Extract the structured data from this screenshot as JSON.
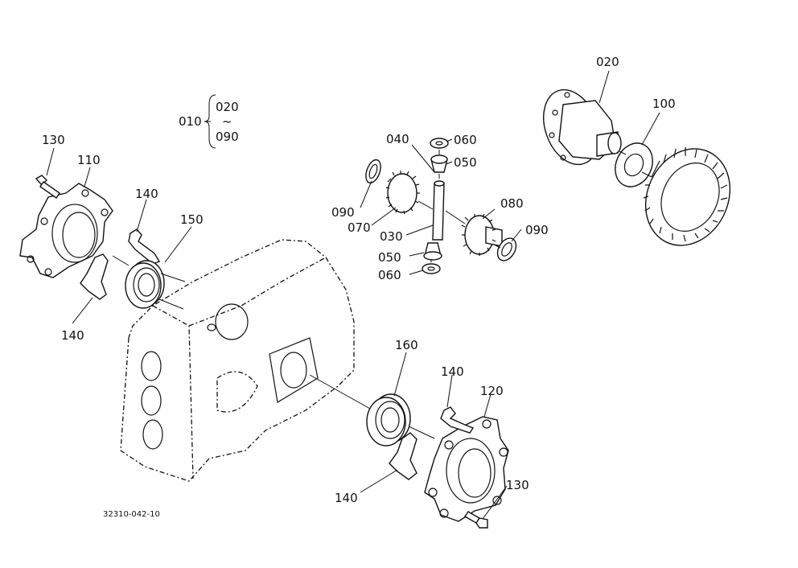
{
  "diagram": {
    "group": {
      "label": "010",
      "range_start": "020",
      "range_sep": "~",
      "range_end": "090"
    },
    "callouts": [
      {
        "id": "c020",
        "text": "020"
      },
      {
        "id": "c100",
        "text": "100"
      },
      {
        "id": "c040",
        "text": "040"
      },
      {
        "id": "c060a",
        "text": "060"
      },
      {
        "id": "c050a",
        "text": "050"
      },
      {
        "id": "c090a",
        "text": "090"
      },
      {
        "id": "c070",
        "text": "070"
      },
      {
        "id": "c030",
        "text": "030"
      },
      {
        "id": "c080",
        "text": "080"
      },
      {
        "id": "c090b",
        "text": "090"
      },
      {
        "id": "c050b",
        "text": "050"
      },
      {
        "id": "c060b",
        "text": "060"
      },
      {
        "id": "c130a",
        "text": "130"
      },
      {
        "id": "c110",
        "text": "110"
      },
      {
        "id": "c140a",
        "text": "140"
      },
      {
        "id": "c150",
        "text": "150"
      },
      {
        "id": "c140b",
        "text": "140"
      },
      {
        "id": "c160",
        "text": "160"
      },
      {
        "id": "c140c",
        "text": "140"
      },
      {
        "id": "c120",
        "text": "120"
      },
      {
        "id": "c140d",
        "text": "140"
      },
      {
        "id": "c130b",
        "text": "130"
      }
    ],
    "drawing_number": "32310-042-10"
  }
}
